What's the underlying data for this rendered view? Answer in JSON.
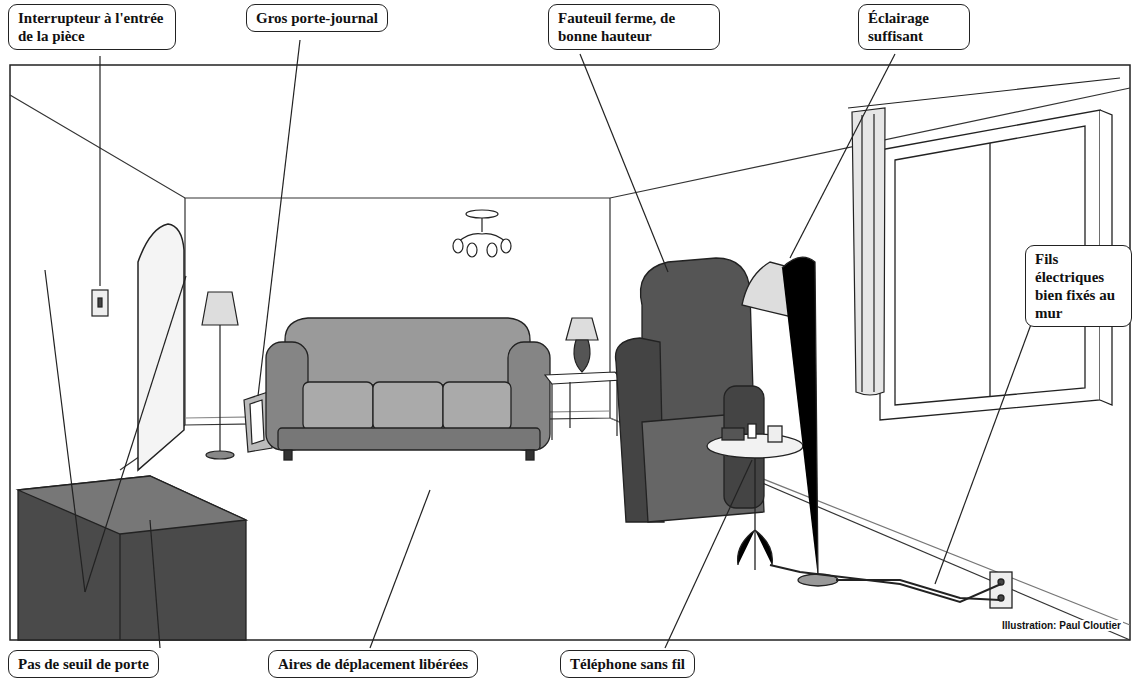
{
  "diagram": {
    "nodes": [
      {
        "text": [
          "Interrupteur à l'entrée de la pièce"
        ]
      },
      {
        "text": [
          "Gros porte-journal"
        ]
      },
      {
        "text": [
          "Fauteuil ferme, de bonne hauteur"
        ]
      },
      {
        "text": [
          "Éclairage suffisant"
        ]
      },
      {
        "text": [
          "Fils électriques bien fixés au mur"
        ]
      },
      {
        "text": [
          "Pas de seuil de porte"
        ]
      },
      {
        "text": [
          "Aires de déplacement libérées"
        ]
      },
      {
        "text": [
          "Téléphone sans fil"
        ]
      }
    ],
    "labels": [
      "Illustration: Paul Cloutier"
    ]
  }
}
